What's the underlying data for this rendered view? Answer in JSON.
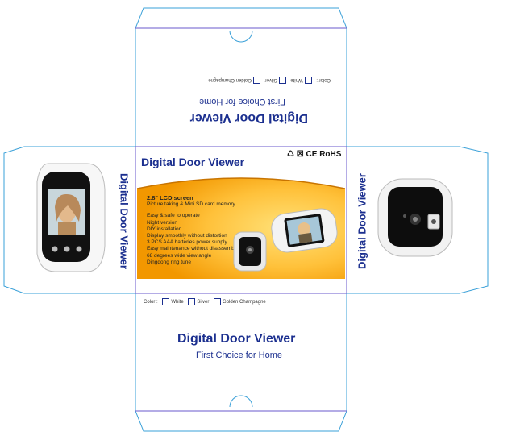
{
  "top_flap": {
    "title": "Digital Door Viewer",
    "subtitle": "First Choice for Home",
    "color_label": "Color :",
    "color_options": [
      "White",
      "Silver",
      "Golden Champagne"
    ]
  },
  "front_panel": {
    "title": "Digital Door Viewer",
    "certifications": "♺ ☒ CE RoHS",
    "screen_size": "2.8\" LCD screen",
    "memory": "Picture taking & Mini SD card memory",
    "features": [
      "Easy & safe to operate",
      "Night version",
      "DIY installation",
      "Display smoothly without distortion",
      "3 PCS AAA batteries power supply",
      "Easy maintenance without disassembly",
      "68 degrees wide view angle",
      "Dingdong ring tune"
    ]
  },
  "left_side": {
    "title": "Digital Door Viewer"
  },
  "right_side": {
    "title": "Digital Door Viewer"
  },
  "bottom_flap": {
    "title": "Digital Door Viewer",
    "subtitle": "First Choice for Home",
    "color_label": "Color :",
    "color_options": [
      "White",
      "Silver",
      "Golden Champagne"
    ]
  },
  "colors": {
    "dieline": "#3aa0d8",
    "fold": "#6a5acd",
    "brand": "#1b2f8f",
    "banner_orange": "#f5a200",
    "banner_yellow": "#ffd24a"
  },
  "icons": [
    "recycle-icon",
    "crossed-bin-icon",
    "ce-mark-icon"
  ]
}
